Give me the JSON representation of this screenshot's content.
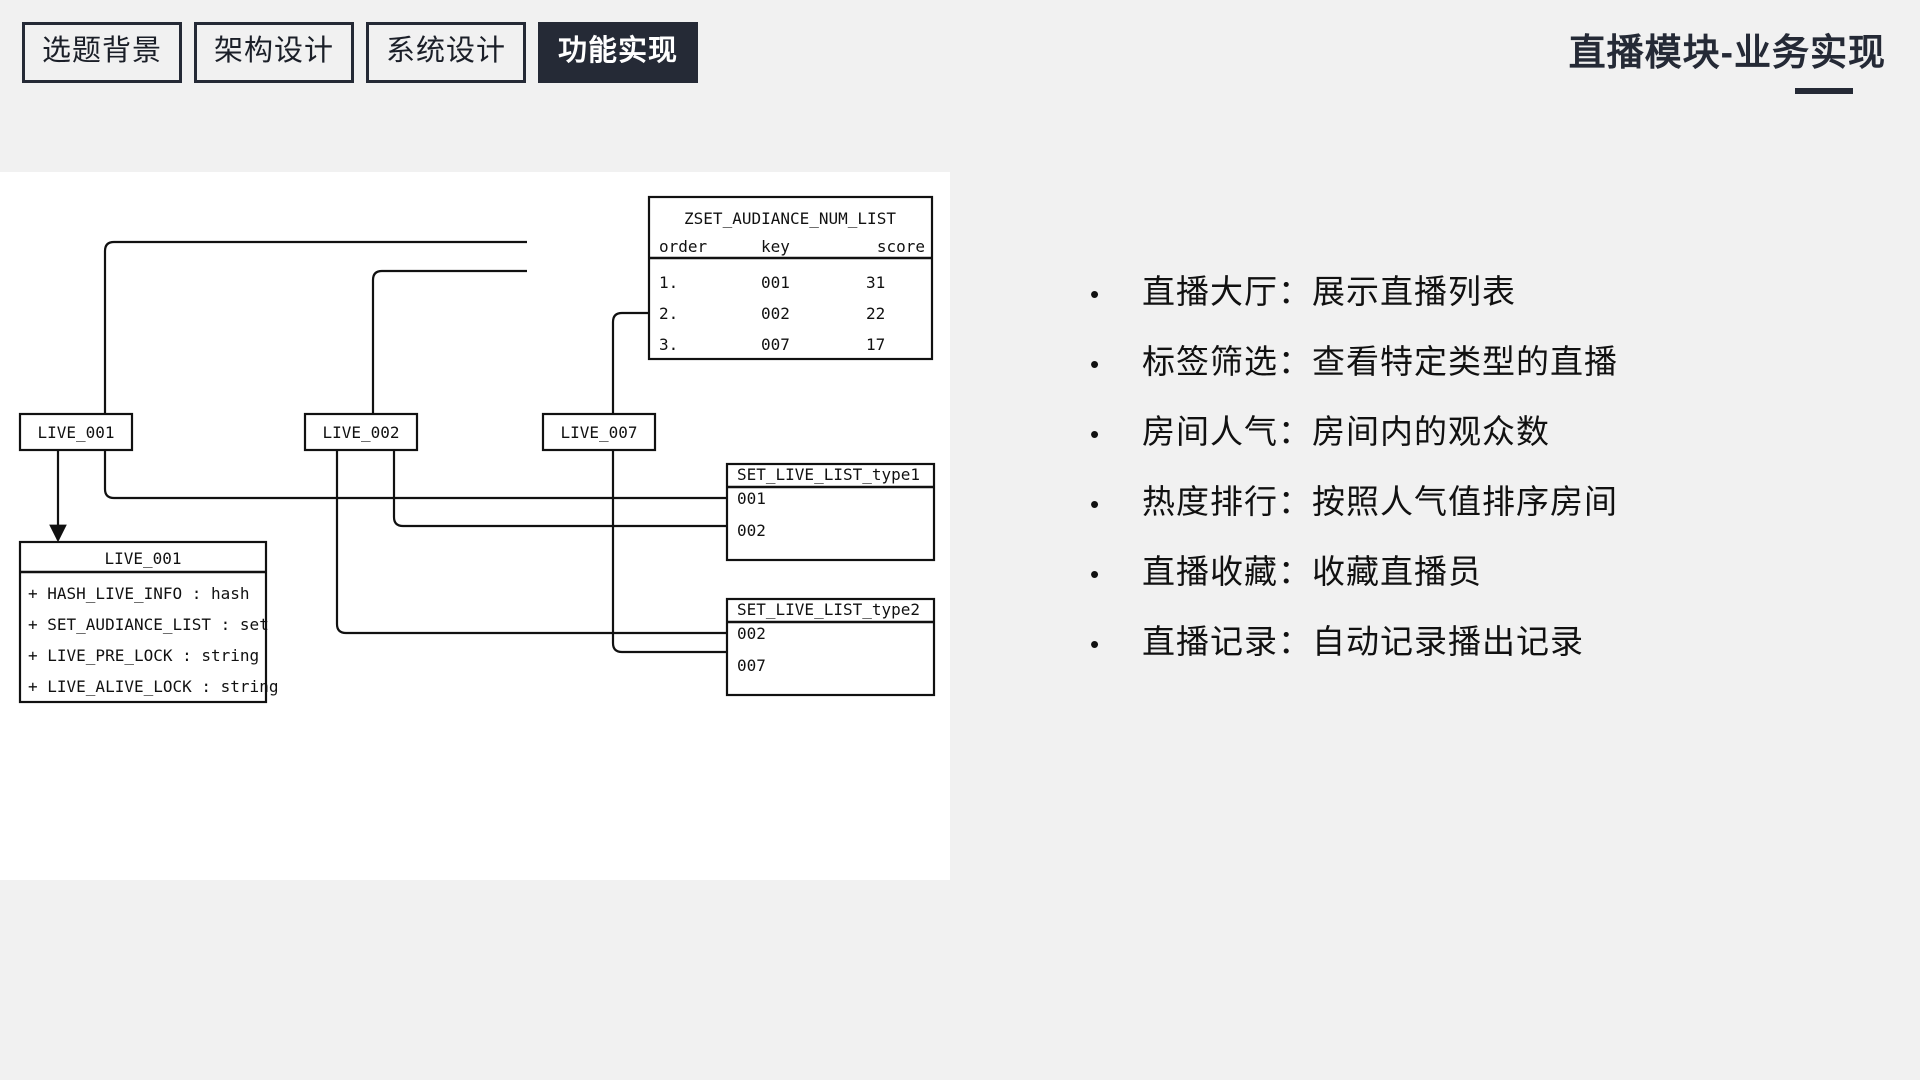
{
  "header": {
    "tabs": [
      {
        "label": "选题背景",
        "active": false
      },
      {
        "label": "架构设计",
        "active": false
      },
      {
        "label": "系统设计",
        "active": false
      },
      {
        "label": "功能实现",
        "active": true
      }
    ],
    "title": "直播模块-业务实现"
  },
  "colors": {
    "background": "#f1f1f1",
    "panel": "#ffffff",
    "ink": "#252a36",
    "stroke": "#111111"
  },
  "diagram": {
    "zset_table": {
      "title": "ZSET_AUDIANCE_NUM_LIST",
      "columns": [
        "order",
        "key",
        "score"
      ],
      "rows": [
        {
          "order": "1.",
          "key": "001",
          "score": "31"
        },
        {
          "order": "2.",
          "key": "002",
          "score": "22"
        },
        {
          "order": "3.",
          "key": "007",
          "score": "17"
        }
      ]
    },
    "nodes": [
      {
        "label": "LIVE_001"
      },
      {
        "label": "LIVE_002"
      },
      {
        "label": "LIVE_007"
      }
    ],
    "class_box": {
      "title": "LIVE_001",
      "fields": [
        "+ HASH_LIVE_INFO : hash",
        "+ SET_AUDIANCE_LIST : set",
        "+ LIVE_PRE_LOCK : string",
        "+ LIVE_ALIVE_LOCK : string"
      ]
    },
    "set_lists": [
      {
        "title": "SET_LIVE_LIST_type1",
        "items": [
          "001",
          "002"
        ]
      },
      {
        "title": "SET_LIVE_LIST_type2",
        "items": [
          "002",
          "007"
        ]
      }
    ]
  },
  "bullets": [
    {
      "dot": "•",
      "text": "直播大厅：展示直播列表"
    },
    {
      "dot": "•",
      "text": "标签筛选：查看特定类型的直播"
    },
    {
      "dot": "•",
      "text": "房间人气：房间内的观众数"
    },
    {
      "dot": "•",
      "text": "热度排行：按照人气值排序房间"
    },
    {
      "dot": "•",
      "text": "直播收藏：收藏直播员"
    },
    {
      "dot": "•",
      "text": "直播记录：自动记录播出记录"
    }
  ]
}
